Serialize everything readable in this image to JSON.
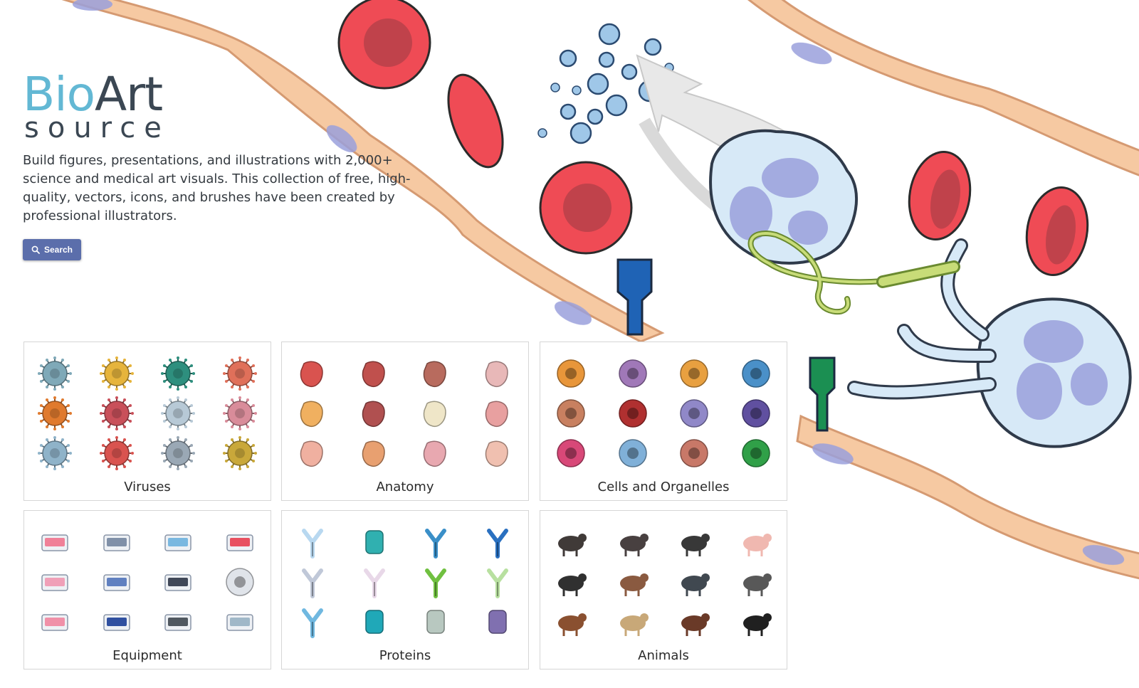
{
  "logo": {
    "bio": "Bio",
    "art": "Art",
    "sub": "source"
  },
  "intro": "Build figures, presentations, and illustrations with 2,000+ science and medical art visuals. This collection of free, high-quality, vectors, icons, and brushes have been created by professional illustrators.",
  "search_button": {
    "label": "Search",
    "icon": "magnifier-icon"
  },
  "categories": [
    {
      "label": "Viruses",
      "icons": [
        {
          "name": "virus-icon",
          "color": "#7fa9b8"
        },
        {
          "name": "virus-icon",
          "color": "#e6b43c"
        },
        {
          "name": "virus-icon",
          "color": "#2e8f7e"
        },
        {
          "name": "coronavirus-icon",
          "color": "#e0705a"
        },
        {
          "name": "virus-icon",
          "color": "#e07a2e"
        },
        {
          "name": "virus-icon",
          "color": "#c9505a"
        },
        {
          "name": "capsule-virus-icon",
          "color": "#b7c9d6"
        },
        {
          "name": "ebola-virus-icon",
          "color": "#d98c9a"
        },
        {
          "name": "virus-icon",
          "color": "#8fb3c9"
        },
        {
          "name": "coronavirus-icon",
          "color": "#d9534f"
        },
        {
          "name": "virus-icon",
          "color": "#9aa8b5"
        },
        {
          "name": "virus-icon",
          "color": "#c9a83a"
        }
      ]
    },
    {
      "label": "Anatomy",
      "icons": [
        {
          "name": "heart-icon",
          "color": "#d9534f"
        },
        {
          "name": "kidney-icon",
          "color": "#c0504d"
        },
        {
          "name": "liver-icon",
          "color": "#b86b5e"
        },
        {
          "name": "lungs-icon",
          "color": "#e8b8b8"
        },
        {
          "name": "pancreas-icon",
          "color": "#f0b060"
        },
        {
          "name": "kidney-icon",
          "color": "#b05050"
        },
        {
          "name": "pelvis-bone-icon",
          "color": "#efe6c8"
        },
        {
          "name": "trachea-icon",
          "color": "#e8a0a0"
        },
        {
          "name": "brain-icon",
          "color": "#f0b0a0"
        },
        {
          "name": "ear-icon",
          "color": "#e8a070"
        },
        {
          "name": "intestine-icon",
          "color": "#e8a8b0"
        },
        {
          "name": "skin-icon",
          "color": "#f0c0b0"
        }
      ]
    },
    {
      "label": "Cells and Organelles",
      "icons": [
        {
          "name": "neuron-icon",
          "color": "#e8963a"
        },
        {
          "name": "cell-icon",
          "color": "#a078b8"
        },
        {
          "name": "cell-icon",
          "color": "#e8a040"
        },
        {
          "name": "dendritic-cell-icon",
          "color": "#4a90c8"
        },
        {
          "name": "mitochondria-icon",
          "color": "#c88060"
        },
        {
          "name": "nerve-fiber-icon",
          "color": "#b03030"
        },
        {
          "name": "cell-icon",
          "color": "#9088c8"
        },
        {
          "name": "cell-icon",
          "color": "#6050a0"
        },
        {
          "name": "cell-icon",
          "color": "#d84878"
        },
        {
          "name": "dendritic-cell-icon",
          "color": "#80b0d8"
        },
        {
          "name": "cell-icon",
          "color": "#c87868"
        },
        {
          "name": "dividing-cell-icon",
          "color": "#30a048"
        }
      ]
    },
    {
      "label": "Equipment",
      "icons": [
        {
          "name": "petri-dish-icon",
          "color": "#f08098"
        },
        {
          "name": "microscope-icon",
          "color": "#8090a8"
        },
        {
          "name": "pipette-tube-icon",
          "color": "#7ab8e0"
        },
        {
          "name": "culture-flask-icon",
          "color": "#e85060"
        },
        {
          "name": "well-plate-icon",
          "color": "#f0a0b8"
        },
        {
          "name": "lab-machine-icon",
          "color": "#6080c0"
        },
        {
          "name": "lab-machine-icon",
          "color": "#404858"
        },
        {
          "name": "cell-scraper-icon",
          "color": "#e0e4ea"
        },
        {
          "name": "well-plate-icon",
          "color": "#f090a8"
        },
        {
          "name": "lab-scale-icon",
          "color": "#3050a0"
        },
        {
          "name": "centrifuge-icon",
          "color": "#505860"
        },
        {
          "name": "syringe-icon",
          "color": "#a0b8c8"
        }
      ]
    },
    {
      "label": "Proteins",
      "icons": [
        {
          "name": "receptor-icon",
          "color": "#b8d8f0"
        },
        {
          "name": "channel-protein-icon",
          "color": "#30b0b0"
        },
        {
          "name": "receptor-icon",
          "color": "#3a8fc8"
        },
        {
          "name": "antibody-icon",
          "color": "#2a70c0"
        },
        {
          "name": "receptor-icon",
          "color": "#c0c8d8"
        },
        {
          "name": "receptor-icon",
          "color": "#e8d8e8"
        },
        {
          "name": "antibody-icon",
          "color": "#70c040"
        },
        {
          "name": "receptor-icon",
          "color": "#b8e0a0"
        },
        {
          "name": "receptor-icon",
          "color": "#70b8e0"
        },
        {
          "name": "protein-blob-icon",
          "color": "#20a8b8"
        },
        {
          "name": "capsule-protein-icon",
          "color": "#b8c8c0"
        },
        {
          "name": "helix-protein-icon",
          "color": "#8070b0"
        }
      ]
    },
    {
      "label": "Animals",
      "icons": [
        {
          "name": "mouse-icon",
          "color": "#403a38"
        },
        {
          "name": "ferret-icon",
          "color": "#484040"
        },
        {
          "name": "gorilla-icon",
          "color": "#383838"
        },
        {
          "name": "pig-icon",
          "color": "#f0b8b0"
        },
        {
          "name": "cow-icon",
          "color": "#303030"
        },
        {
          "name": "bat-icon",
          "color": "#8a5a40"
        },
        {
          "name": "guinea-fowl-icon",
          "color": "#404850"
        },
        {
          "name": "raccoon-icon",
          "color": "#585858"
        },
        {
          "name": "elk-icon",
          "color": "#8a5030"
        },
        {
          "name": "goat-icon",
          "color": "#c8a878"
        },
        {
          "name": "moose-icon",
          "color": "#6a3a28"
        },
        {
          "name": "skunk-icon",
          "color": "#202020"
        }
      ]
    }
  ],
  "colors": {
    "search_button": "#5b6eab",
    "logo_bio": "#63b8d4",
    "logo_art": "#3b4753",
    "red_blood_cell": "#ef4b55",
    "endothelial_cell": "#f6c9a2",
    "leukocyte": "#d7e9f7"
  }
}
